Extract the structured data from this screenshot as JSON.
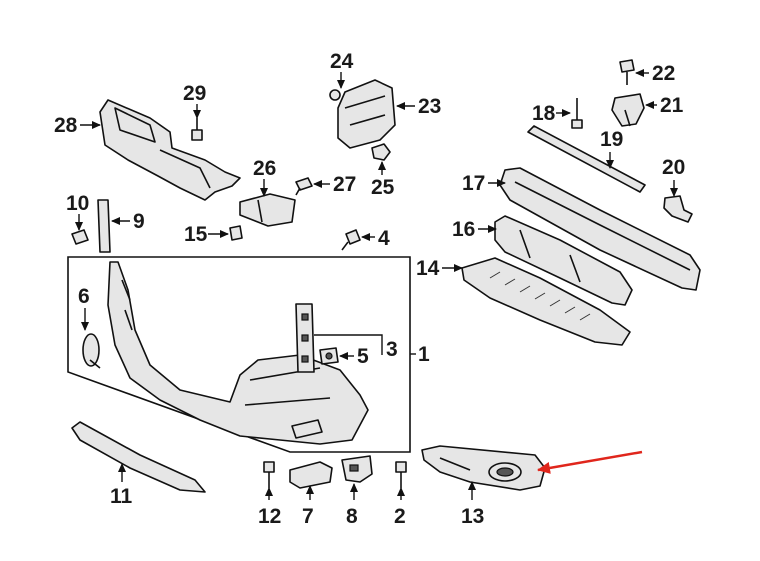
{
  "labels": {
    "p1": "1",
    "p2": "2",
    "p3": "3",
    "p4": "4",
    "p5": "5",
    "p6": "6",
    "p7": "7",
    "p8": "8",
    "p9": "9",
    "p10": "10",
    "p11": "11",
    "p12": "12",
    "p13": "13",
    "p14": "14",
    "p15": "15",
    "p16": "16",
    "p17": "17",
    "p18": "18",
    "p19": "19",
    "p20": "20",
    "p21": "21",
    "p22": "22",
    "p23": "23",
    "p24": "24",
    "p25": "25",
    "p26": "26",
    "p27": "27",
    "p28": "28",
    "p29": "29"
  },
  "colors": {
    "highlight_arrow": "#e0261c",
    "line": "#111111",
    "fill": "#e6e6e6"
  }
}
